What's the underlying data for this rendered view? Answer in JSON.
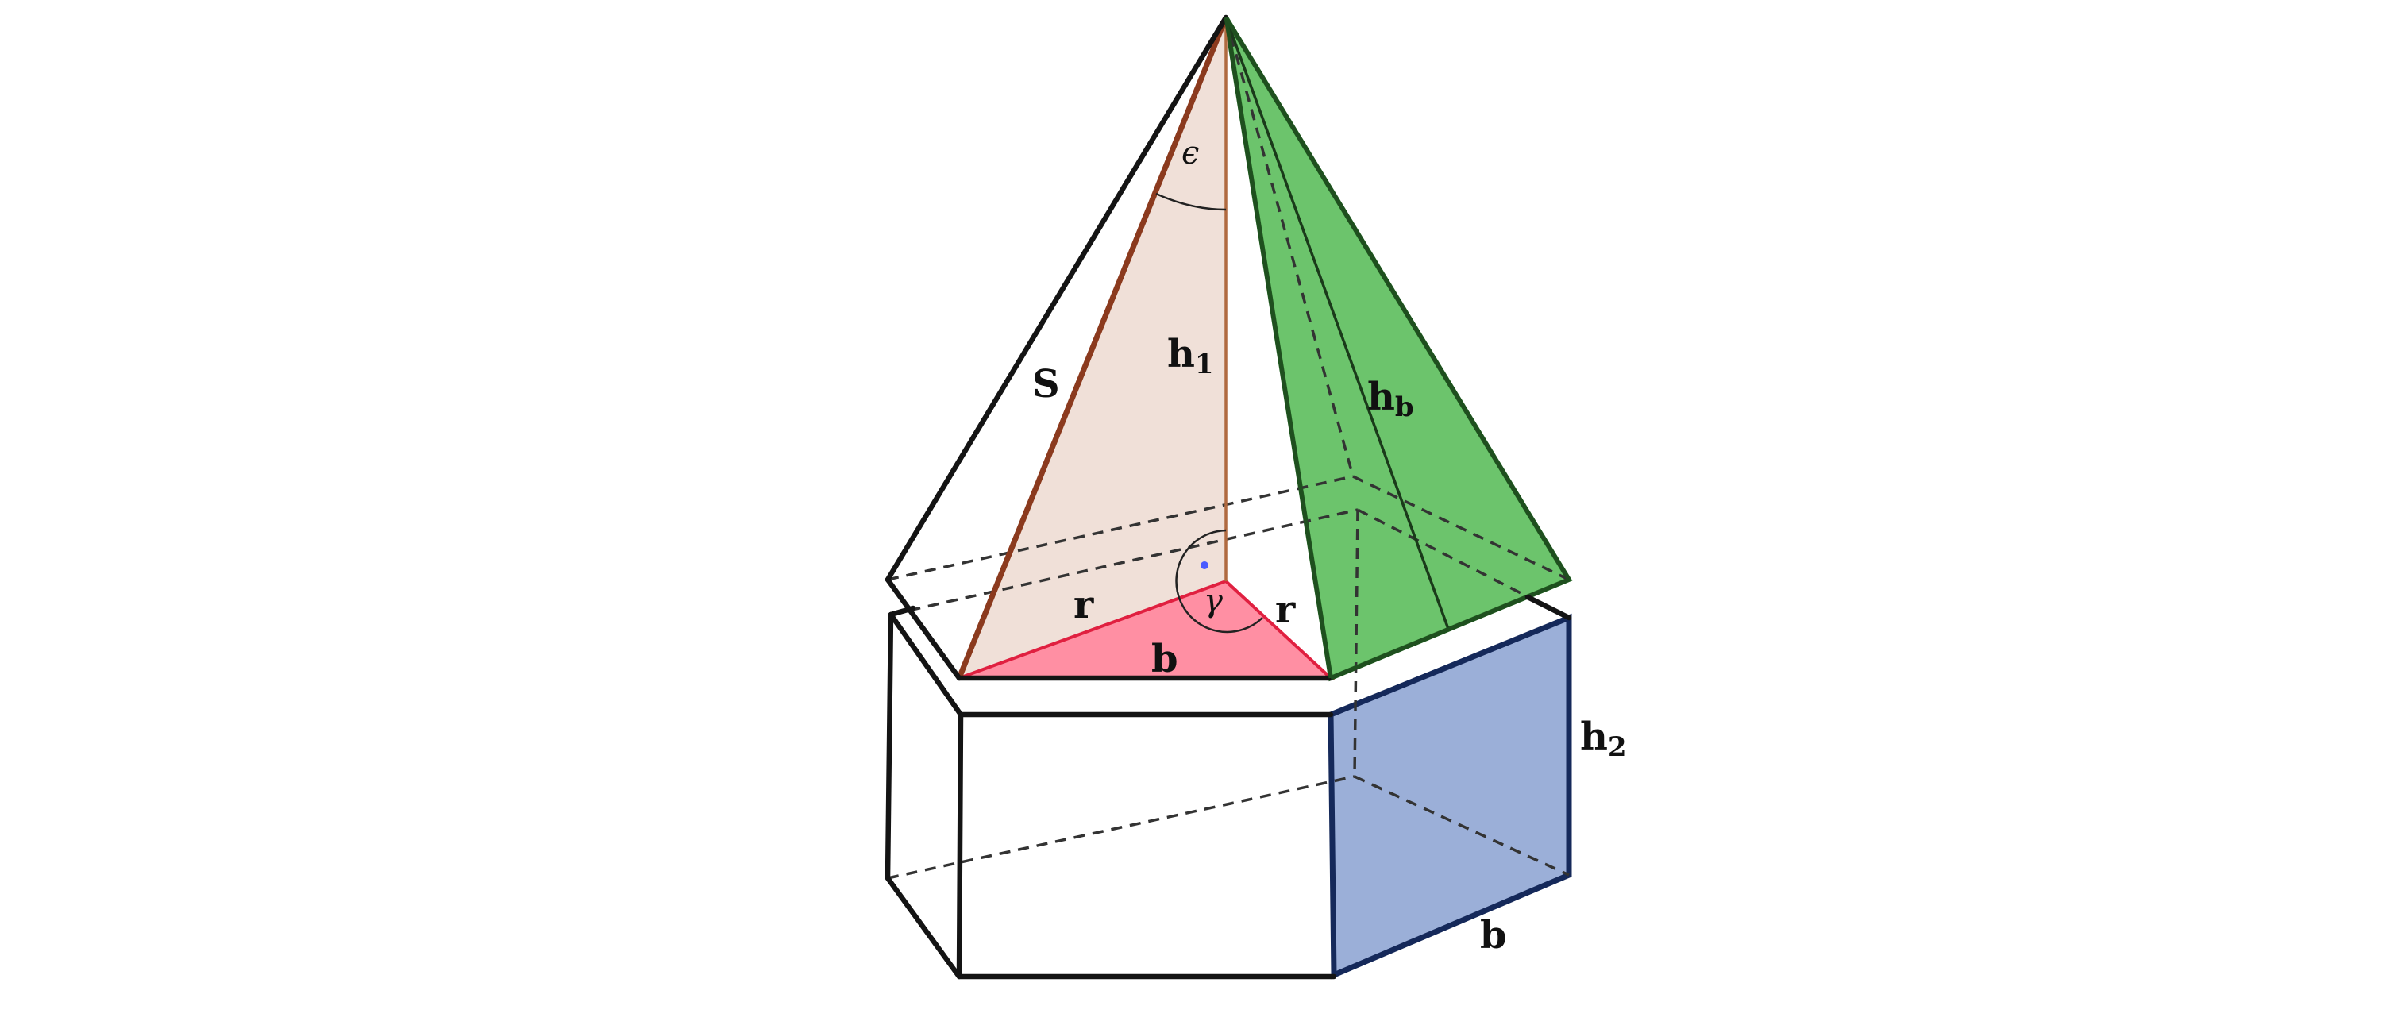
{
  "labels": {
    "slant_edge": "S",
    "apex_angle": "ϵ",
    "pyramid_height": "h",
    "pyramid_height_sub": "1",
    "face_height": "h",
    "face_height_sub": "b",
    "radius_left": "r",
    "radius_right": "r",
    "central_angle": "γ",
    "base_edge_top": "b",
    "prism_height": "h",
    "prism_height_sub": "2",
    "base_edge_bottom": "b"
  },
  "colors": {
    "axial_section_fill": "#f0e0d8",
    "axial_section_edge": "#8b3a1e",
    "base_triangle_fill": "#ff8fa3",
    "base_triangle_edge": "#e02040",
    "pyramid_face_fill": "#6cc46c",
    "pyramid_face_edge": "#1f5f1f",
    "prism_face_fill": "#9bafd8",
    "prism_face_edge": "#15295a",
    "center_point": "#4a5cff"
  }
}
